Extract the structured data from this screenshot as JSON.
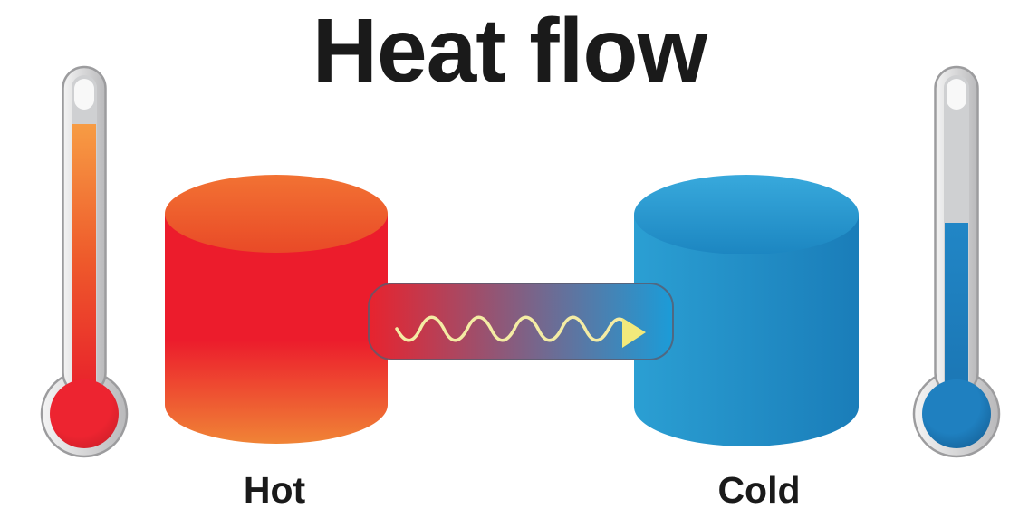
{
  "title": {
    "text": "Heat flow"
  },
  "labels": {
    "hot": "Hot",
    "cold": "Cold"
  },
  "thermometers": {
    "left": {
      "kind": "hot-thermometer",
      "fill_level_percent": 85
    },
    "right": {
      "kind": "cold-thermometer",
      "fill_level_percent": 54
    }
  },
  "colors": {
    "background": "#FFFFFF",
    "text": "#1A1A1A",
    "hot_body": "#EC1C2C",
    "hot_body_bottom": "#F08436",
    "hot_top_light": "#F27233",
    "hot_top_dark": "#E94A27",
    "cold_body_light": "#2B9FD3",
    "cold_body_dark": "#1A7DB9",
    "cold_top_light": "#38A9DC",
    "cold_top_dark": "#1C86C1",
    "tube_hot": "#E8232E",
    "tube_cold": "#1B9CD8",
    "tube_border": "#5B5B6E",
    "wave_yellow": "#F4ECA4",
    "arrow_yellow": "#F2E97B",
    "thermo_frame_light": "#F4F4F4",
    "thermo_frame_dark": "#B9B9BB",
    "thermo_frame_border": "#9C9C9E",
    "thermo_empty": "#CFD0D2",
    "thermo_highlight": "#FFFFFF",
    "hot_fill_top": "#F79C44",
    "hot_fill_mid": "#EE5A2B",
    "hot_fill_bottom": "#E8202B",
    "hot_bulb": "#ED2430",
    "hot_bulb_dark": "#C01D26",
    "cold_fill_top": "#2186C6",
    "cold_fill_bottom": "#1B76B4",
    "cold_bulb": "#1F80C0",
    "cold_bulb_dark": "#12588C"
  }
}
